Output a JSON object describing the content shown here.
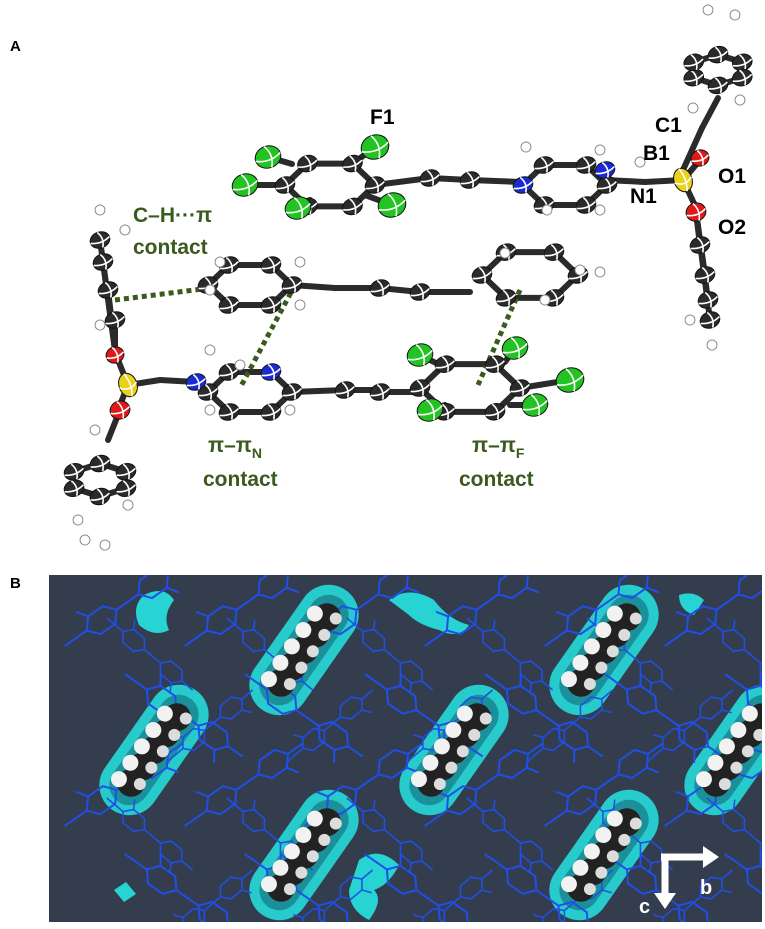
{
  "panels": {
    "a": "A",
    "b": "B"
  },
  "atom_labels": {
    "f1": "F1",
    "c1": "C1",
    "b1": "B1",
    "n1": "N1",
    "o1": "O1",
    "o2": "O2"
  },
  "contacts": {
    "ch_pi_line1": "C–H···π",
    "ch_pi_line2": "contact",
    "pipi_n_main": "π–π",
    "pipi_n_sub": "N",
    "pipi_n_line2": "contact",
    "pipi_f_main": "π–π",
    "pipi_f_sub": "F",
    "pipi_f_line2": "contact"
  },
  "axes": {
    "b": "b",
    "c": "c"
  },
  "colors": {
    "carbon": "#2b2b2b",
    "fluorine": "#22c322",
    "nitrogen": "#1a2bd6",
    "oxygen": "#e01818",
    "boron": "#e8d21a",
    "hydrogen": "#ffffff",
    "contact_line": "#3a5a1e",
    "framework": "#1f4fe8",
    "void_surface": "#27d3d3",
    "background_b": "#333d4d"
  }
}
